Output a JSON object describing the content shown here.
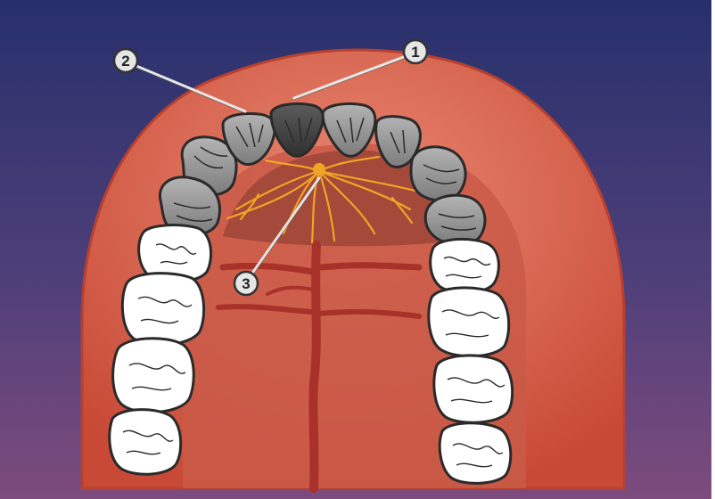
{
  "labels": [
    {
      "id": "callout-1",
      "text": "1"
    },
    {
      "id": "callout-2",
      "text": "2"
    },
    {
      "id": "callout-3",
      "text": "3"
    }
  ],
  "colors": {
    "background_top": "#2a2f6e",
    "background_bottom": "#7a4a7e",
    "gum": "#d95f48",
    "palate": "#c9604f",
    "anterior_teeth_dark": "#4a4a4a",
    "anterior_teeth_grey": "#9a9a9a",
    "posterior_teeth": "#ffffff",
    "nerve": "#f0a020",
    "raphe": "#a8322a"
  }
}
